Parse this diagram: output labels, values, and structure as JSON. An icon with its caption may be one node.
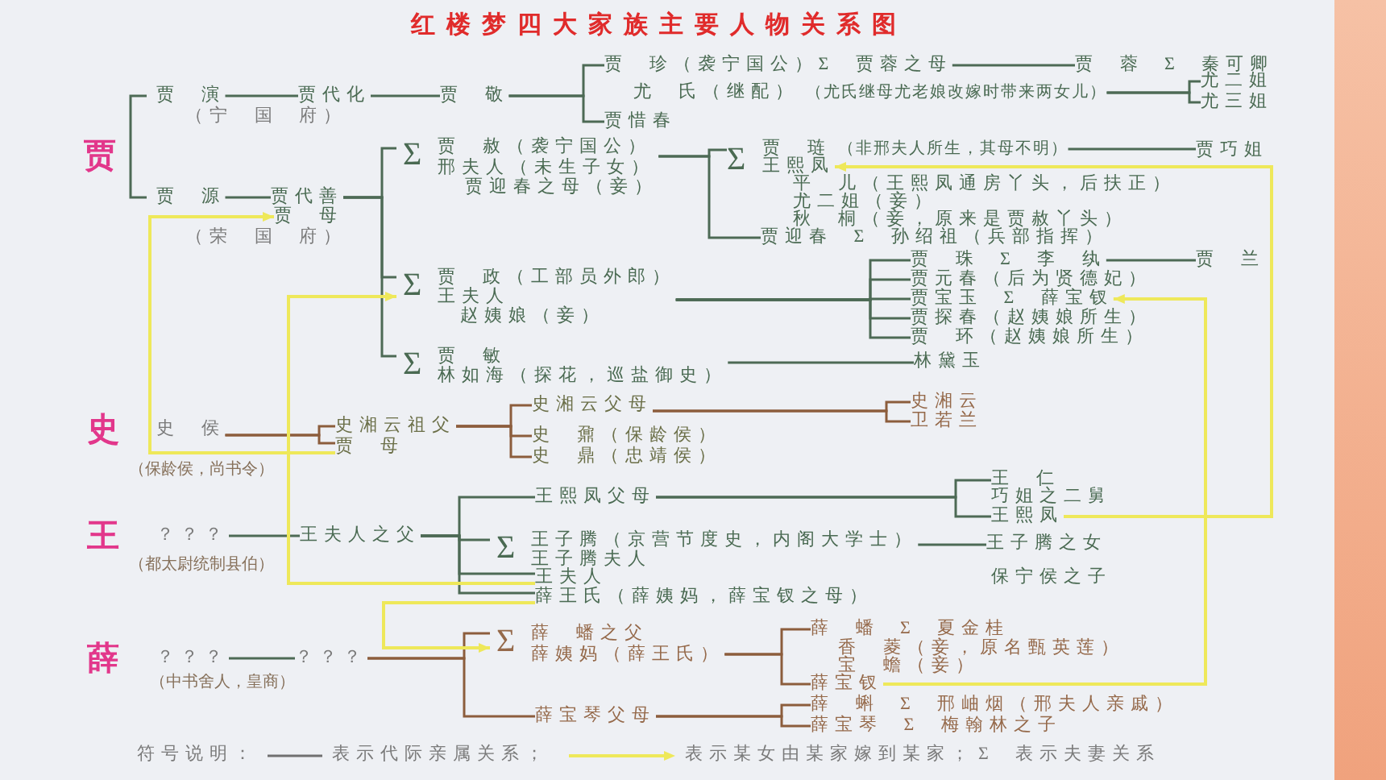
{
  "diagram": {
    "title": "红楼梦四大家族主要人物关系图",
    "nodes": [
      {
        "text": [
          "贾 演"
        ]
      },
      {
        "text": [
          "贾代化"
        ]
      },
      {
        "text": [
          "贾 敬"
        ]
      },
      {
        "text": [
          "贾 珍（袭宁国公）Σ 贾蓉之母"
        ]
      },
      {
        "text": [
          "贾 蓉 Σ 秦可卿"
        ]
      },
      {
        "text": [
          "尤 氏（继配）",
          "（尤氏继母尤老娘改嫁时带来两女儿）"
        ]
      },
      {
        "text": [
          "尤二姐"
        ]
      },
      {
        "text": [
          "尤三姐"
        ]
      },
      {
        "text": [
          "贾惜春"
        ]
      },
      {
        "text": [
          "贾 源"
        ]
      },
      {
        "text": [
          "贾代善"
        ]
      },
      {
        "text": [
          "贾 母"
        ]
      },
      {
        "text": [
          "Σ",
          "贾 赦（袭宁国公）",
          "邢夫人（未生子女）",
          "贾迎春之母（妾）"
        ]
      },
      {
        "text": [
          "Σ"
        ]
      },
      {
        "text": [
          "贾 琏",
          "（非邢夫人所生，其母不明）"
        ]
      },
      {
        "text": [
          "贾巧姐"
        ]
      },
      {
        "text": [
          "王熙凤"
        ]
      },
      {
        "text": [
          "贾迎春 Σ 孙绍祖（兵部指挥）"
        ]
      },
      {
        "text": [
          "Σ",
          "贾 政（工部员外郎）",
          "王夫人",
          "赵姨娘（妾）"
        ]
      },
      {
        "text": [
          "贾 珠 Σ 李 纨"
        ]
      },
      {
        "text": [
          "贾 兰"
        ]
      },
      {
        "text": [
          "贾元春（后为贤德妃）"
        ]
      },
      {
        "text": [
          "贾宝玉 Σ 薛宝钗"
        ]
      },
      {
        "text": [
          "贾探春（赵姨娘所生）"
        ]
      },
      {
        "text": [
          "贾 环（赵姨娘所生）"
        ]
      },
      {
        "text": [
          "Σ",
          "贾 敏",
          "林如海（探花，巡盐御史）"
        ]
      },
      {
        "text": [
          "林黛玉"
        ]
      },
      {
        "text": [
          "史 侯"
        ]
      },
      {
        "text": [
          "史湘云祖父"
        ]
      },
      {
        "text": [
          "贾 母"
        ]
      },
      {
        "text": [
          "史湘云父母"
        ]
      },
      {
        "text": [
          "史 鼐（保龄侯）"
        ]
      },
      {
        "text": [
          "史 鼎（忠靖侯）"
        ]
      },
      {
        "text": [
          "史湘云"
        ]
      },
      {
        "text": [
          "卫若兰"
        ]
      },
      {
        "text": [
          "？？？"
        ]
      },
      {
        "text": [
          "王夫人之父"
        ]
      },
      {
        "text": [
          "王熙凤父母"
        ]
      },
      {
        "text": [
          "王 仁",
          "巧姐之二舅"
        ]
      },
      {
        "text": [
          "王熙凤"
        ]
      },
      {
        "text": [
          "Σ",
          "王子腾（京营节度史，内阁大学士）",
          "王子腾夫人"
        ]
      },
      {
        "text": [
          "王子腾之女"
        ]
      },
      {
        "text": [
          "王夫人"
        ]
      },
      {
        "text": [
          "薛王氏（薛姨妈，薛宝钗之母）"
        ]
      },
      {
        "text": [
          "？？？"
        ]
      },
      {
        "text": [
          "？？？"
        ]
      },
      {
        "text": [
          "Σ",
          "薛 蟠之父",
          "薛姨妈（薛王氏）"
        ]
      },
      {
        "text": [
          "薛 蟠 Σ 夏金桂"
        ]
      },
      {
        "text": [
          "薛宝钗"
        ]
      },
      {
        "text": [
          "薛宝琴父母"
        ]
      },
      {
        "text": [
          "薛 蝌 Σ 邢岫烟（邢夫人亲戚）"
        ]
      },
      {
        "text": [
          "薛宝琴 Σ 梅翰林之子"
        ]
      }
    ],
    "edges": [
      {
        "from": 0,
        "to": 1,
        "arrow": "none"
      },
      {
        "from": 1,
        "to": 2,
        "arrow": "none"
      },
      {
        "from": 2,
        "to": 3,
        "arrow": "none"
      },
      {
        "from": 2,
        "to": 8,
        "arrow": "none"
      },
      {
        "from": 3,
        "to": 4,
        "arrow": "none"
      },
      {
        "from": 5,
        "to": 6,
        "arrow": "none"
      },
      {
        "from": 5,
        "to": 7,
        "arrow": "none"
      },
      {
        "from": 9,
        "to": 10,
        "arrow": "none"
      },
      {
        "from": 10,
        "to": 12,
        "arrow": "none"
      },
      {
        "from": 10,
        "to": 18,
        "arrow": "none"
      },
      {
        "from": 10,
        "to": 25,
        "arrow": "none"
      },
      {
        "from": 12,
        "to": 13,
        "arrow": "none"
      },
      {
        "from": 12,
        "to": 17,
        "arrow": "none"
      },
      {
        "from": 14,
        "to": 15,
        "arrow": "none"
      },
      {
        "from": 18,
        "to": 19,
        "arrow": "none"
      },
      {
        "from": 18,
        "to": 21,
        "arrow": "none"
      },
      {
        "from": 18,
        "to": 22,
        "arrow": "none"
      },
      {
        "from": 18,
        "to": 23,
        "arrow": "none"
      },
      {
        "from": 18,
        "to": 24,
        "arrow": "none"
      },
      {
        "from": 19,
        "to": 20,
        "arrow": "none"
      },
      {
        "from": 25,
        "to": 26,
        "arrow": "none"
      },
      {
        "from": 27,
        "to": 28,
        "arrow": "none",
        "color": "#8c5d3c"
      },
      {
        "from": 27,
        "to": 29,
        "arrow": "none",
        "color": "#8c5d3c"
      },
      {
        "from": 28,
        "to": 30,
        "arrow": "none",
        "color": "#8c5d3c"
      },
      {
        "from": 28,
        "to": 31,
        "arrow": "none",
        "color": "#8c5d3c"
      },
      {
        "from": 28,
        "to": 32,
        "arrow": "none",
        "color": "#8c5d3c"
      },
      {
        "from": 30,
        "to": 33,
        "arrow": "none",
        "color": "#8c5d3c"
      },
      {
        "from": 30,
        "to": 34,
        "arrow": "none",
        "color": "#8c5d3c"
      },
      {
        "from": 35,
        "to": 36,
        "arrow": "none"
      },
      {
        "from": 36,
        "to": 37,
        "arrow": "none"
      },
      {
        "from": 36,
        "to": 40,
        "arrow": "none"
      },
      {
        "from": 36,
        "to": 42,
        "arrow": "none"
      },
      {
        "from": 36,
        "to": 43,
        "arrow": "none"
      },
      {
        "from": 37,
        "to": 38,
        "arrow": "none"
      },
      {
        "from": 37,
        "to": 39,
        "arrow": "none"
      },
      {
        "from": 40,
        "to": 41,
        "arrow": "none"
      },
      {
        "from": 44,
        "to": 45,
        "arrow": "none"
      },
      {
        "from": 45,
        "to": 46,
        "arrow": "none",
        "color": "#8c5d3c"
      },
      {
        "from": 45,
        "to": 49,
        "arrow": "none",
        "color": "#8c5d3c"
      },
      {
        "from": 46,
        "to": 47,
        "arrow": "none",
        "color": "#8c5d3c"
      },
      {
        "from": 46,
        "to": 48,
        "arrow": "none",
        "color": "#8c5d3c"
      },
      {
        "from": 49,
        "to": 50,
        "arrow": "none",
        "color": "#8c5d3c"
      },
      {
        "from": 49,
        "to": 51,
        "arrow": "none",
        "color": "#8c5d3c"
      },
      {
        "from": 29,
        "to": 11,
        "arrow": "to",
        "color": "#eee85a"
      },
      {
        "from": 42,
        "to": 18,
        "arrow": "to",
        "color": "#eee85a"
      },
      {
        "from": 39,
        "to": 16,
        "arrow": "to",
        "color": "#eee85a"
      },
      {
        "from": 48,
        "to": 22,
        "arrow": "to",
        "color": "#eee85a"
      },
      {
        "from": 43,
        "to": 46,
        "arrow": "to",
        "color": "#eee85a"
      }
    ],
    "labels": [
      "贾",
      "（宁 国 府）",
      "（荣 国 府）",
      "平 儿（王熙凤通房丫头，后扶正）",
      "尤二姐（妾）",
      "秋 桐（妾，原来是贾赦丫头）",
      "史",
      "（保龄侯，尚书令）",
      "王",
      "（都太尉统制县伯）",
      "保宁侯之子",
      "薛",
      "（中书舍人，皇商）",
      "香 菱（妾，原名甄英莲）",
      "宝 蟾（妾）",
      "符号说明："
    ],
    "legend": [
      {
        "text": "表示代际亲属关系；"
      },
      {
        "text": "表示某女由某家嫁到某家；"
      },
      {
        "text": "Σ 表示夫妻关系"
      }
    ]
  }
}
